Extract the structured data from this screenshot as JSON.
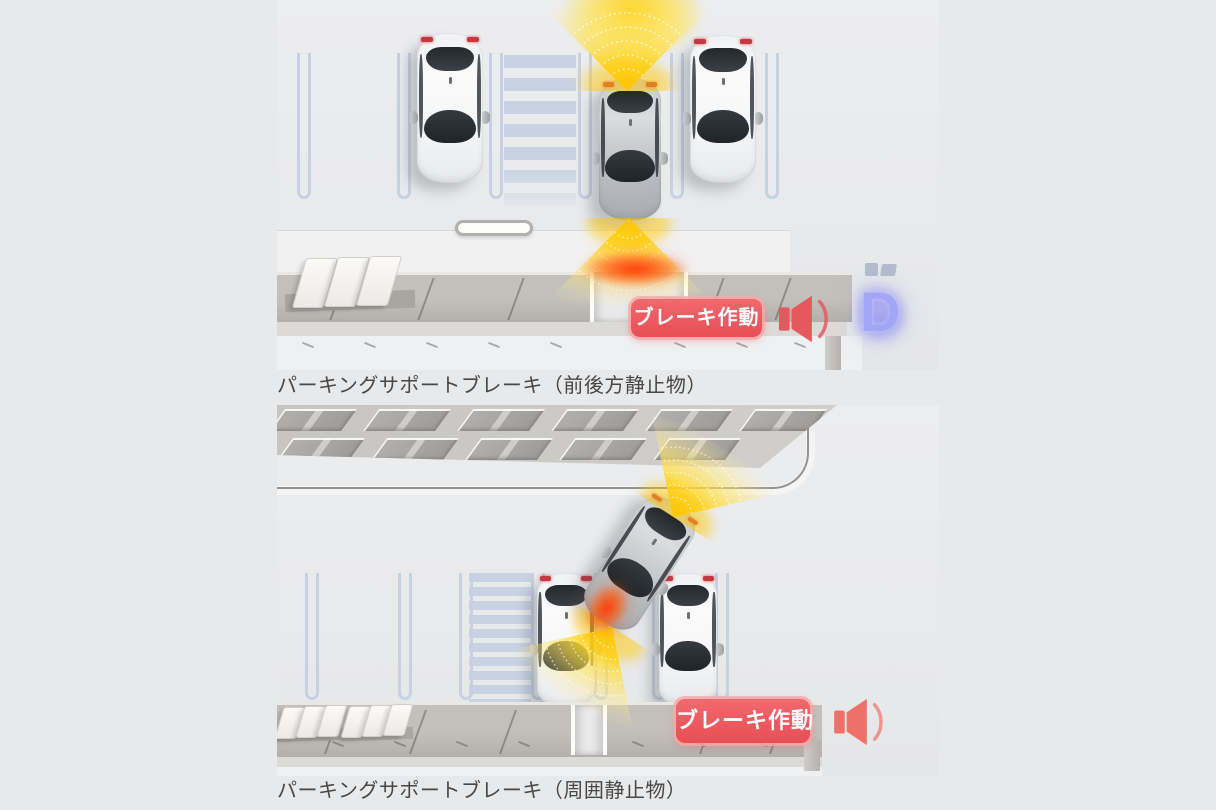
{
  "page": {
    "background": "#e8e9ea"
  },
  "panels": [
    {
      "name": "parking-support-brake-front-rear",
      "caption": "パーキングサポートブレーキ（前後方静止物）",
      "badge_label": "ブレーキ作動",
      "shift_indicator": "D",
      "icons": [
        "speaker-icon",
        "shift-position-indicator"
      ],
      "colors": {
        "badge_red": "#ec5a5e",
        "sensor_yellow": "#ffd000",
        "brake_glow_red": "#ff3b00",
        "shift_blue": "#8b8ef3",
        "lane_line_blue": "#c5d0e1"
      }
    },
    {
      "name": "parking-support-brake-surround",
      "caption": "パーキングサポートブレーキ（周囲静止物）",
      "badge_label": "ブレーキ作動",
      "icons": [
        "speaker-icon"
      ],
      "colors": {
        "badge_red": "#ec5a5e",
        "sensor_yellow": "#ffd000",
        "brake_glow_red": "#ff3b00",
        "lane_line_blue": "#c5d0e1"
      }
    }
  ]
}
